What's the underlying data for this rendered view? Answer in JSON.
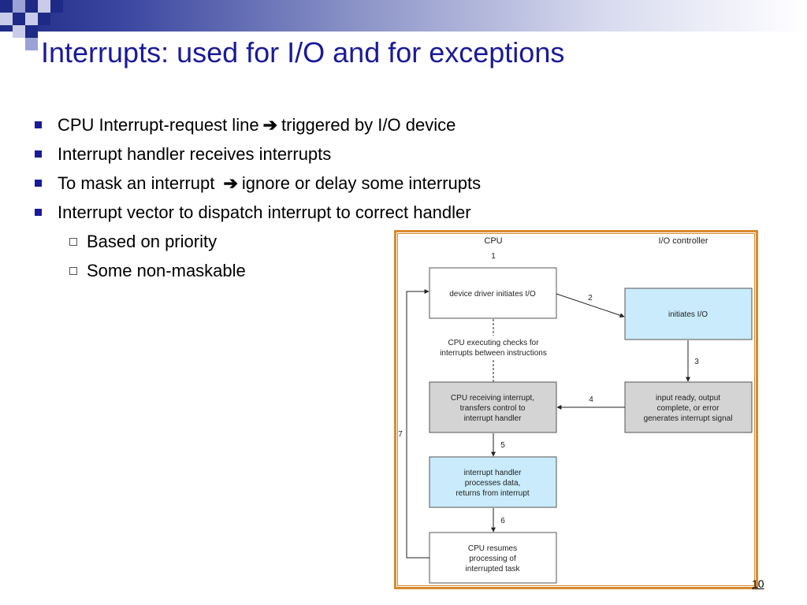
{
  "slide": {
    "title": "Interrupts: used for I/O and for exceptions",
    "bullets": [
      {
        "prefix": "CPU  Interrupt-request line",
        "arrow": "➔",
        "suffix": "triggered by I/O device"
      },
      {
        "text": "Interrupt handler receives interrupts"
      },
      {
        "prefix": "To mask an interrupt ",
        "arrow": "➔",
        "suffix": "ignore or delay some interrupts"
      },
      {
        "text": "Interrupt vector to dispatch interrupt to correct handler"
      }
    ],
    "sub_bullets": [
      "Based on priority",
      "Some non-maskable"
    ],
    "page_number": "10"
  },
  "diagram": {
    "column_headers": {
      "cpu": "CPU",
      "io": "I/O controller"
    },
    "step_labels": {
      "s1": "1",
      "s2": "2",
      "s3": "3",
      "s4": "4",
      "s5": "5",
      "s6": "6",
      "s7": "7"
    },
    "boxes": {
      "driver": [
        "device driver initiates I/O"
      ],
      "initiates": [
        "initiates I/O"
      ],
      "receiving": [
        "CPU receiving interrupt,",
        "transfers control to",
        "interrupt handler"
      ],
      "ready": [
        "input ready, output",
        "complete, or error",
        "generates interrupt signal"
      ],
      "handler": [
        "interrupt handler",
        "processes data,",
        "returns from interrupt"
      ],
      "resumes": [
        "CPU resumes",
        "processing of",
        "interrupted task"
      ]
    },
    "checks_label": [
      "CPU executing checks for",
      "interrupts between instructions"
    ],
    "colors": {
      "blue_fill": "#c9ebfb",
      "gray_fill": "#d4d4d4",
      "white_fill": "#ffffff",
      "frame": "#d88a2e",
      "title": "#1a1a99",
      "bullet": "#1a1a99"
    }
  }
}
